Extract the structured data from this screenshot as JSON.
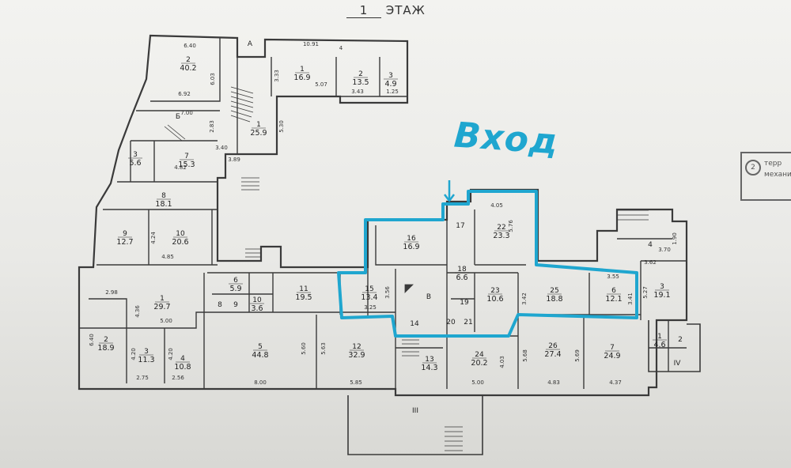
{
  "floor": {
    "number": "1",
    "label": "ЭТАЖ"
  },
  "handwritten_note": "Вход",
  "stamp": {
    "circle": "2",
    "lines": [
      "терр",
      "механич"
    ]
  },
  "colors": {
    "highlight": "#1fa6cf",
    "wall": "#3a3a3a"
  },
  "rooms": [
    {
      "num": "2",
      "area": "40.2"
    },
    {
      "num": "1",
      "area": "25.9"
    },
    {
      "num": "1",
      "area": "16.9"
    },
    {
      "num": "2",
      "area": "13.5"
    },
    {
      "num": "3",
      "area": "4.9"
    },
    {
      "num": "Б",
      "area": ""
    },
    {
      "num": "7",
      "area": "15.3"
    },
    {
      "num": "3",
      "area": "5.6"
    },
    {
      "num": "8",
      "area": "18.1"
    },
    {
      "num": "9",
      "area": "12.7"
    },
    {
      "num": "10",
      "area": "20.6"
    },
    {
      "num": "1",
      "area": "29.7"
    },
    {
      "num": "2",
      "area": "18.9"
    },
    {
      "num": "3",
      "area": "11.3"
    },
    {
      "num": "4",
      "area": "10.8"
    },
    {
      "num": "6",
      "area": "5.9"
    },
    {
      "num": "10",
      "area": "3.6"
    },
    {
      "num": "8",
      "area": ""
    },
    {
      "num": "9",
      "area": ""
    },
    {
      "num": "11",
      "area": "19.5"
    },
    {
      "num": "5",
      "area": "44.8"
    },
    {
      "num": "12",
      "area": "32.9"
    },
    {
      "num": "15",
      "area": "13.4"
    },
    {
      "num": "16",
      "area": "16.9"
    },
    {
      "num": "17",
      "area": ""
    },
    {
      "num": "18",
      "area": "6.6"
    },
    {
      "num": "В",
      "area": ""
    },
    {
      "num": "14",
      "area": ""
    },
    {
      "num": "19",
      "area": ""
    },
    {
      "num": "20",
      "area": ""
    },
    {
      "num": "21",
      "area": ""
    },
    {
      "num": "13",
      "area": "14.3"
    },
    {
      "num": "22",
      "area": "23.3"
    },
    {
      "num": "23",
      "area": "10.6"
    },
    {
      "num": "24",
      "area": "20.2"
    },
    {
      "num": "25",
      "area": "18.8"
    },
    {
      "num": "6",
      "area": "12.1"
    },
    {
      "num": "26",
      "area": "27.4"
    },
    {
      "num": "7",
      "area": "24.9"
    },
    {
      "num": "4",
      "area": ""
    },
    {
      "num": "3",
      "area": "19.1"
    },
    {
      "num": "1",
      "area": "4.6"
    },
    {
      "num": "2",
      "area": ""
    },
    {
      "num": "А",
      "area": ""
    },
    {
      "num": "III",
      "area": ""
    },
    {
      "num": "IV",
      "area": ""
    }
  ],
  "dimensions": [
    "6.40",
    "6.92",
    "6.03",
    "7.00",
    "2.83",
    "4.82",
    "3.40",
    "3.89",
    "5.30",
    "3.33",
    "10.91",
    "4",
    "5.07",
    "3.43",
    "1.25",
    "2.98",
    "4.36",
    "5.00",
    "6.40",
    "2.75",
    "4.20",
    "4.20",
    "2.56",
    "4.24",
    "4.85",
    "8.00",
    "5.60",
    "5.63",
    "5.85",
    "3.56",
    "3.25",
    "5.00",
    "4.03",
    "4.05",
    "5.76",
    "3.42",
    "3.55",
    "3.41",
    "5.27",
    "3.62",
    "3.70",
    "1.90",
    "5.68",
    "4.83",
    "5.69",
    "4.37"
  ]
}
